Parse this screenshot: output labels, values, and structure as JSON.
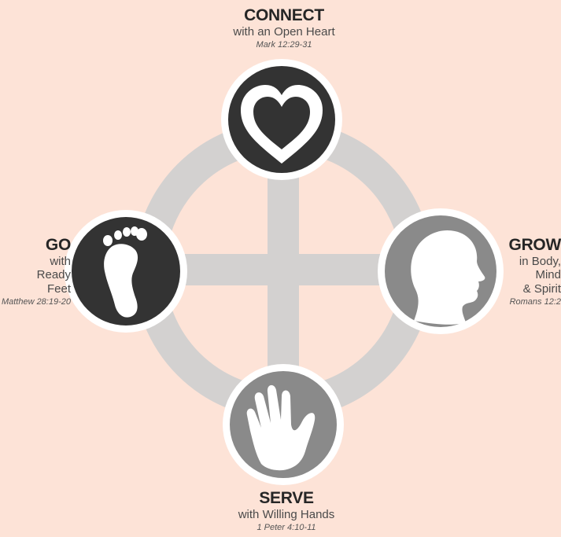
{
  "colors": {
    "background": "#fde3d7",
    "ring": "#d3d1d0",
    "dark_circle": "#333333",
    "gray_circle": "#8a8a8a",
    "icon": "#ffffff"
  },
  "nodes": {
    "connect": {
      "title": "CONNECT",
      "subtitle": "with an Open Heart",
      "reference": "Mark 12:29-31",
      "icon": "heart-icon"
    },
    "grow": {
      "title": "GROW",
      "subtitle_lines": [
        "in Body,",
        "Mind",
        "& Spirit"
      ],
      "reference": "Romans 12:2",
      "icon": "head-profile-icon"
    },
    "serve": {
      "title": "SERVE",
      "subtitle": "with Willing Hands",
      "reference": "1 Peter 4:10-11",
      "icon": "hand-icon"
    },
    "go": {
      "title": "GO",
      "subtitle_lines": [
        "with",
        "Ready",
        "Feet"
      ],
      "reference": "Matthew 28:19-20",
      "icon": "foot-icon"
    }
  }
}
